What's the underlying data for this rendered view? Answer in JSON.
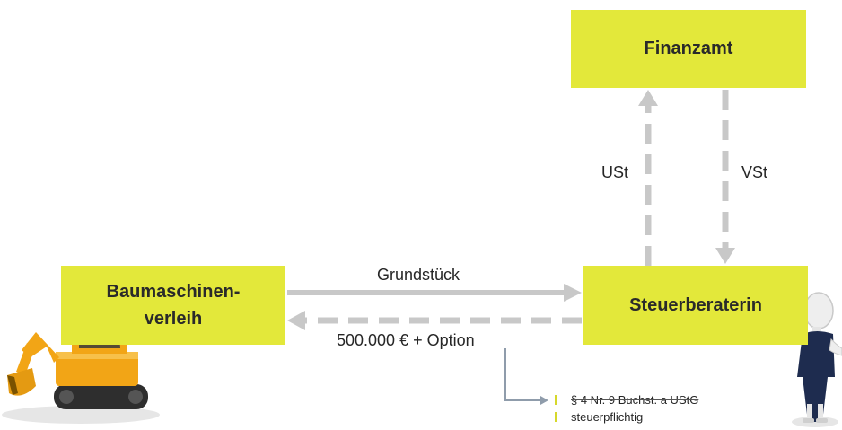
{
  "diagram": {
    "finanzamt": "Finanzamt",
    "baumaschinen_line1": "Baumaschinen-",
    "baumaschinen_line2": "verleih",
    "steuerberaterin": "Steuerberaterin",
    "grundstueck": "Grundstück",
    "price_option": "500.000 € + Option",
    "ust": "USt",
    "vst": "VSt",
    "note_line1": "§ 4 Nr. 9 Buchst. a UStG",
    "note_line2": "steuerpflichtig"
  },
  "colors": {
    "box_fill": "#e3e83a",
    "arrow": "#c8c8c8",
    "connector": "#8f9cab",
    "bullet": "#d6d82b"
  },
  "icons": [
    "excavator-icon",
    "person-figure-icon"
  ]
}
